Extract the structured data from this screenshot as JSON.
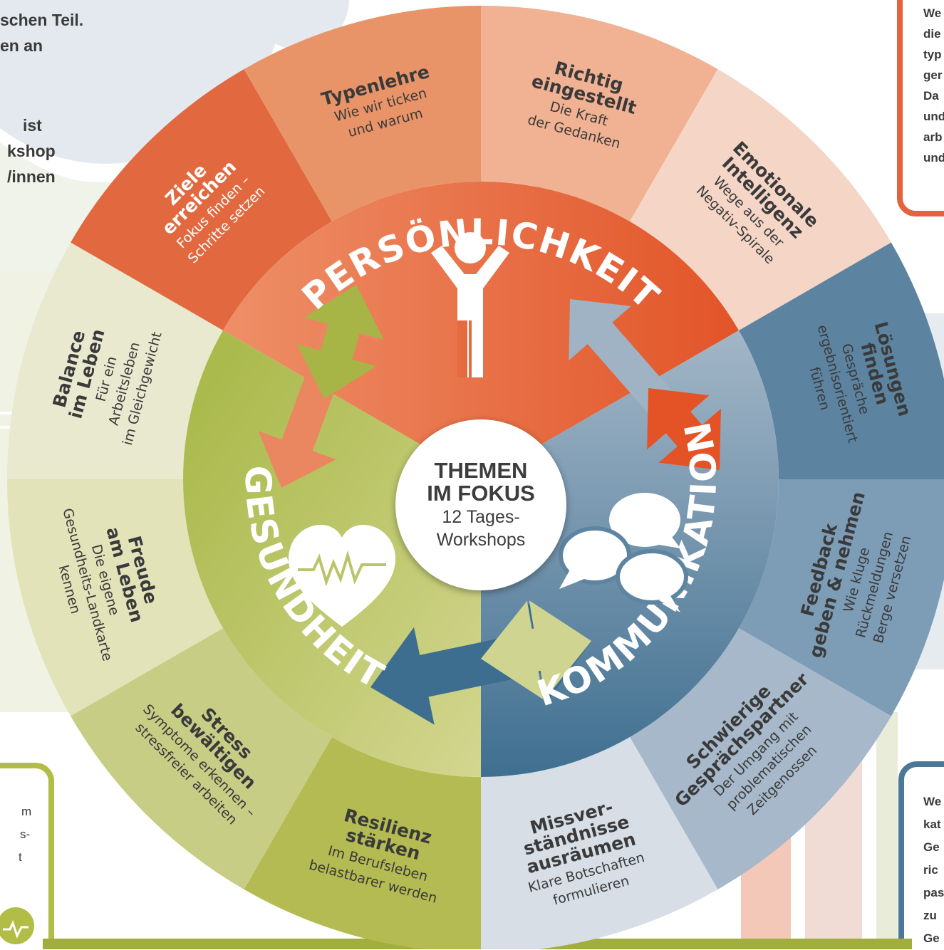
{
  "colors": {
    "persoenlichkeit": "#e4633d",
    "gesundheit": "#aebb4e",
    "kommunikation": "#58809c",
    "text_dark": "#3a3a3a",
    "white": "#ffffff"
  },
  "center": {
    "line1": "THEMEN",
    "line2": "IM FOKUS",
    "line3": "12 Tages-",
    "line4": "Workshops"
  },
  "rings": [
    {
      "label": "PERSÖNLICHKEIT",
      "icon": "person-arms-raised-icon"
    },
    {
      "label": "KOMMUNIKATION",
      "icon": "speech-bubbles-icon"
    },
    {
      "label": "GESUNDHEIT",
      "icon": "heart-pulse-icon"
    }
  ],
  "segments": [
    {
      "title": [
        "Ziele",
        "erreichen"
      ],
      "sub": [
        "Fokus finden –",
        "Schritte setzen"
      ]
    },
    {
      "title": [
        "Typenlehre"
      ],
      "sub": [
        "Wie wir ticken",
        "und warum"
      ]
    },
    {
      "title": [
        "Richtig",
        "eingestellt"
      ],
      "sub": [
        "Die Kraft",
        "der Gedanken"
      ]
    },
    {
      "title": [
        "Emotionale",
        "Intelligenz"
      ],
      "sub": [
        "Wege aus der",
        "Negativ-Spirale"
      ]
    },
    {
      "title": [
        "Lösungen",
        "finden"
      ],
      "sub": [
        "Gespräche",
        "ergebnisorientiert",
        "führen"
      ]
    },
    {
      "title": [
        "Feedback",
        "geben & nehmen"
      ],
      "sub": [
        "Wie kluge",
        "Rückmeldungen",
        "Berge versetzen"
      ]
    },
    {
      "title": [
        "Schwierige",
        "Gesprächspartner"
      ],
      "sub": [
        "Der Umgang mit",
        "problematischen",
        "Zeitgenossen"
      ]
    },
    {
      "title": [
        "Missver-",
        "ständnisse",
        "ausräumen"
      ],
      "sub": [
        "Klare Botschaften",
        "formulieren"
      ]
    },
    {
      "title": [
        "Resilienz",
        "stärken"
      ],
      "sub": [
        "Im Berufsleben",
        "belastbarer werden"
      ]
    },
    {
      "title": [
        "Stress",
        "bewältigen"
      ],
      "sub": [
        "Symptome erkennen –",
        "stressfreier arbeiten"
      ]
    },
    {
      "title": [
        "Freude",
        "am Leben"
      ],
      "sub": [
        "Die eigene",
        "Gesundheits-Landkarte",
        "kennen"
      ]
    },
    {
      "title": [
        "Balance",
        "im Leben"
      ],
      "sub": [
        "Für ein",
        "Arbeitsleben",
        "im Gleichgewicht"
      ]
    }
  ],
  "left_text": {
    "block1": [
      "schen Teil.",
      "en an"
    ],
    "block2": [
      "ist",
      "kshop",
      "/innen"
    ]
  },
  "right_box_top": [
    "We",
    "die",
    "typ",
    "ger",
    "Da",
    "und",
    "arb",
    "und"
  ],
  "right_box_bottom": [
    "We",
    "kat",
    "Ge",
    "ric",
    "pas",
    "zu",
    "Ge"
  ],
  "left_box_bottom": [
    "m",
    "s-",
    "t"
  ]
}
